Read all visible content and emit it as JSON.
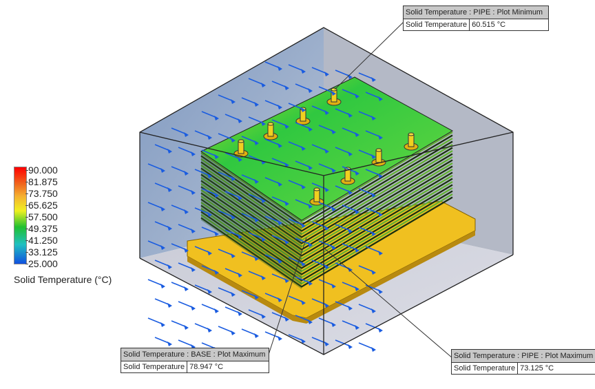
{
  "legend": {
    "title": "Solid Temperature (°C)",
    "ticks": [
      "90.000",
      "81.875",
      "73.750",
      "65.625",
      "57.500",
      "49.375",
      "41.250",
      "33.125",
      "25.000"
    ],
    "min": 25.0,
    "max": 90.0,
    "colors": [
      "#ff0000",
      "#f5b030",
      "#f0f020",
      "#20c030",
      "#20c0c0",
      "#1050e0"
    ]
  },
  "callouts": {
    "pipe_min": {
      "header": "Solid Temperature : PIPE : Plot Minimum",
      "label": "Solid Temperature",
      "value": "60.515 °C"
    },
    "base_max": {
      "header": "Solid Temperature : BASE : Plot Maximum",
      "label": "Solid Temperature",
      "value": "78.947 °C"
    },
    "pipe_max": {
      "header": "Solid Temperature : PIPE : Plot Maximum",
      "label": "Solid Temperature",
      "value": "73.125 °C"
    }
  },
  "colors": {
    "arrow": "#1a5ce0",
    "fin_top": "#3cc83c",
    "base": "#f0c020"
  }
}
